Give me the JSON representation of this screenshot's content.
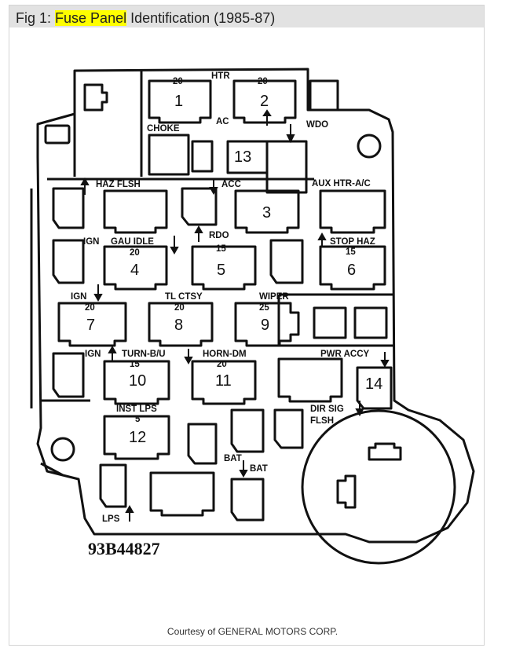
{
  "figure": {
    "prefix": "Fig 1: ",
    "highlight": "Fuse Panel",
    "suffix": " Identification (1985-87)"
  },
  "part_number": "93B44827",
  "courtesy": "Courtesy of GENERAL MOTORS CORP.",
  "highlight_color": "#ffff00",
  "labels": {
    "htr": "HTR",
    "ac": "AC",
    "choke": "CHOKE",
    "wdo": "WDO",
    "haz_flsh": "HAZ FLSH",
    "acc": "ACC",
    "aux_htr_ac": "AUX HTR-A/C",
    "ign_1": "IGN",
    "gau_idle": "GAU IDLE",
    "rdo": "RDO",
    "stop_haz": "STOP HAZ",
    "ign_2": "IGN",
    "tl_ctsy": "TL CTSY",
    "wiper": "WIPER",
    "ign_3": "IGN",
    "turn_bu": "TURN-B/U",
    "horn_dm": "HORN-DM",
    "pwr_accy": "PWR ACCY",
    "inst_lps": "INST LPS",
    "dir_sig": "DIR SIG",
    "flsh": "FLSH",
    "bat_1": "BAT",
    "bat_2": "BAT",
    "lps": "LPS"
  },
  "fuses": [
    {
      "number": "1",
      "amps": "20"
    },
    {
      "number": "2",
      "amps": "20"
    },
    {
      "number": "3",
      "amps": ""
    },
    {
      "number": "4",
      "amps": "20"
    },
    {
      "number": "5",
      "amps": "15"
    },
    {
      "number": "6",
      "amps": "15"
    },
    {
      "number": "7",
      "amps": "20"
    },
    {
      "number": "8",
      "amps": "20"
    },
    {
      "number": "9",
      "amps": "25"
    },
    {
      "number": "10",
      "amps": "15"
    },
    {
      "number": "11",
      "amps": "20"
    },
    {
      "number": "12",
      "amps": "5"
    },
    {
      "number": "13",
      "amps": ""
    },
    {
      "number": "14",
      "amps": ""
    }
  ]
}
